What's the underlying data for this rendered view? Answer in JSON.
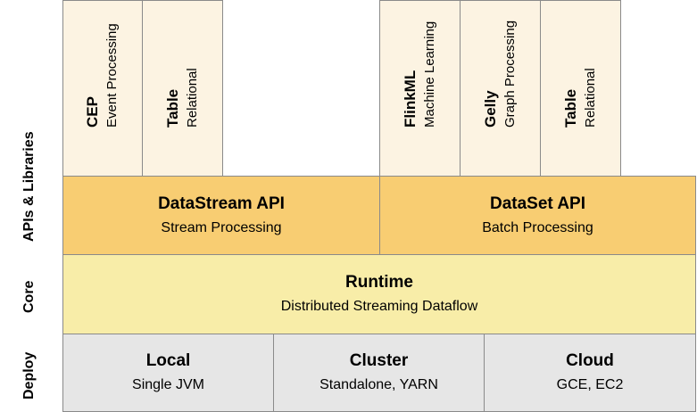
{
  "axis": {
    "apis": "APIs & Libraries",
    "core": "Core",
    "deploy": "Deploy"
  },
  "libraries": [
    {
      "title": "CEP",
      "subtitle": "Event Processing"
    },
    {
      "title": "Table",
      "subtitle": "Relational"
    },
    {
      "title": "FlinkML",
      "subtitle": "Machine Learning"
    },
    {
      "title": "Gelly",
      "subtitle": "Graph Processing"
    },
    {
      "title": "Table",
      "subtitle": "Relational"
    }
  ],
  "apis": [
    {
      "title": "DataStream API",
      "subtitle": "Stream Processing"
    },
    {
      "title": "DataSet API",
      "subtitle": "Batch Processing"
    }
  ],
  "core": {
    "title": "Runtime",
    "subtitle": "Distributed Streaming Dataflow"
  },
  "deploy": [
    {
      "title": "Local",
      "subtitle": "Single JVM"
    },
    {
      "title": "Cluster",
      "subtitle": "Standalone, YARN"
    },
    {
      "title": "Cloud",
      "subtitle": "GCE, EC2"
    }
  ],
  "colors": {
    "library": "#fcf3e2",
    "api": "#f8cd72",
    "core": "#f8eda8",
    "deploy": "#e6e6e6"
  }
}
